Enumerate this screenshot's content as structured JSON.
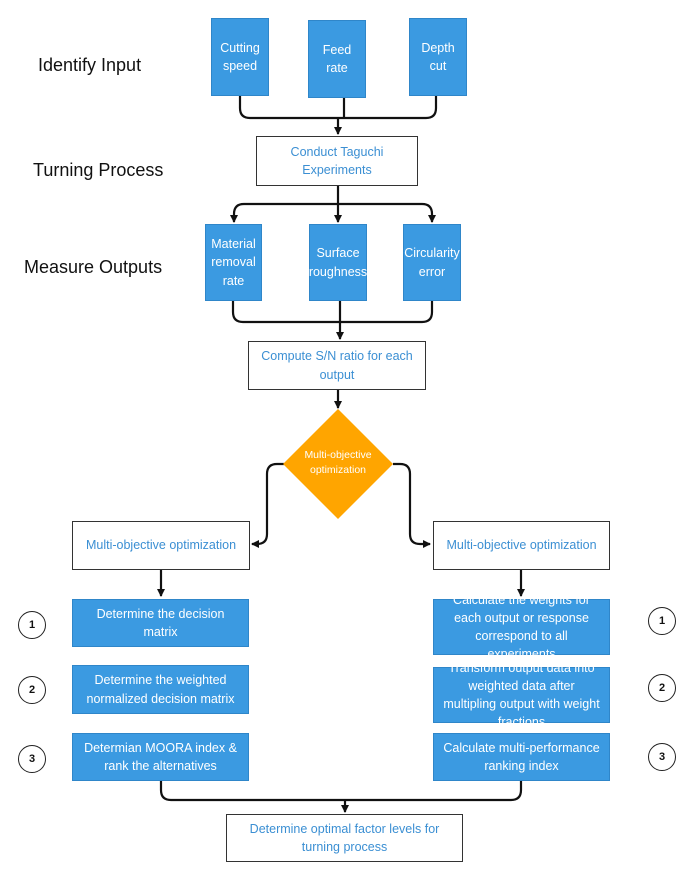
{
  "stages": {
    "identify_input": "Identify Input",
    "turning_process": "Turning Process",
    "measure_outputs": "Measure Outputs"
  },
  "inputs": {
    "cutting_speed": "Cutting speed",
    "feed_rate": "Feed rate",
    "depth_cut": "Depth cut"
  },
  "process": {
    "taguchi": "Conduct Taguchi Experiments"
  },
  "outputs": {
    "material_removal_rate": "Material removal rate",
    "surface_roughness": "Surface roughness",
    "circularity_error": "Circularity error"
  },
  "sn_ratio": "Compute S/N ratio for each output",
  "decision": "Multi-objective optimization",
  "left_branch": {
    "title": "Multi-objective optimization",
    "steps": [
      "Determine the decision matrix",
      "Determine the weighted normalized decision matrix",
      "Determian MOORA index & rank the alternatives"
    ]
  },
  "right_branch": {
    "title": "Multi-objective optimization",
    "steps": [
      "Calculate the weights for each output or response correspond to all experiments",
      "Transform output data into weighted data after multipling output with weight fractions",
      "Calculate multi-performance ranking index"
    ]
  },
  "step_numbers": [
    "1",
    "2",
    "3"
  ],
  "final": "Determine optimal factor levels for turning process",
  "colors": {
    "process_blue": "#3b9ae1",
    "decision_orange": "#ffa500",
    "outline_text_blue": "#3b8fd3",
    "connector": "#111111"
  }
}
